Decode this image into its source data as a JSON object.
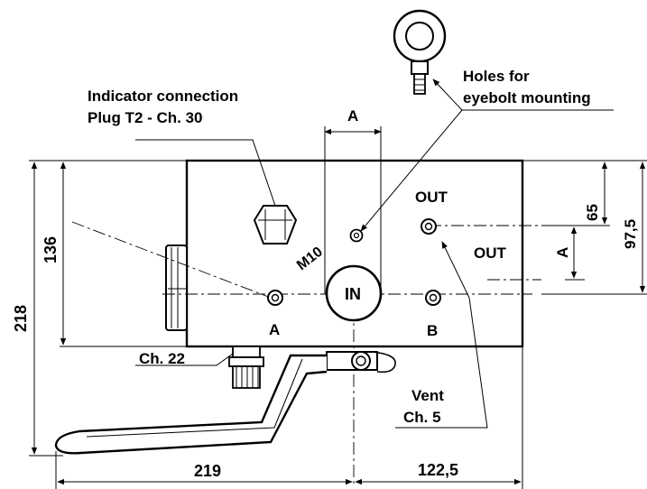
{
  "labels": {
    "indicator_line1": "Indicator connection",
    "indicator_line2": "Plug T2 - Ch. 30",
    "holes_line1": "Holes for",
    "holes_line2": "eyebolt mounting",
    "dim_a_top": "A",
    "port_out_top": "OUT",
    "port_out_side": "OUT",
    "dim_a_side": "A",
    "thread_m10": "M10",
    "port_in": "IN",
    "port_a": "A",
    "port_b": "B",
    "ch22": "Ch. 22",
    "vent_line1": "Vent",
    "vent_line2": "Ch. 5"
  },
  "dimensions": {
    "height_136": "136",
    "height_218": "218",
    "height_65": "65",
    "height_97_5": "97,5",
    "width_219": "219",
    "width_122_5": "122,5"
  }
}
